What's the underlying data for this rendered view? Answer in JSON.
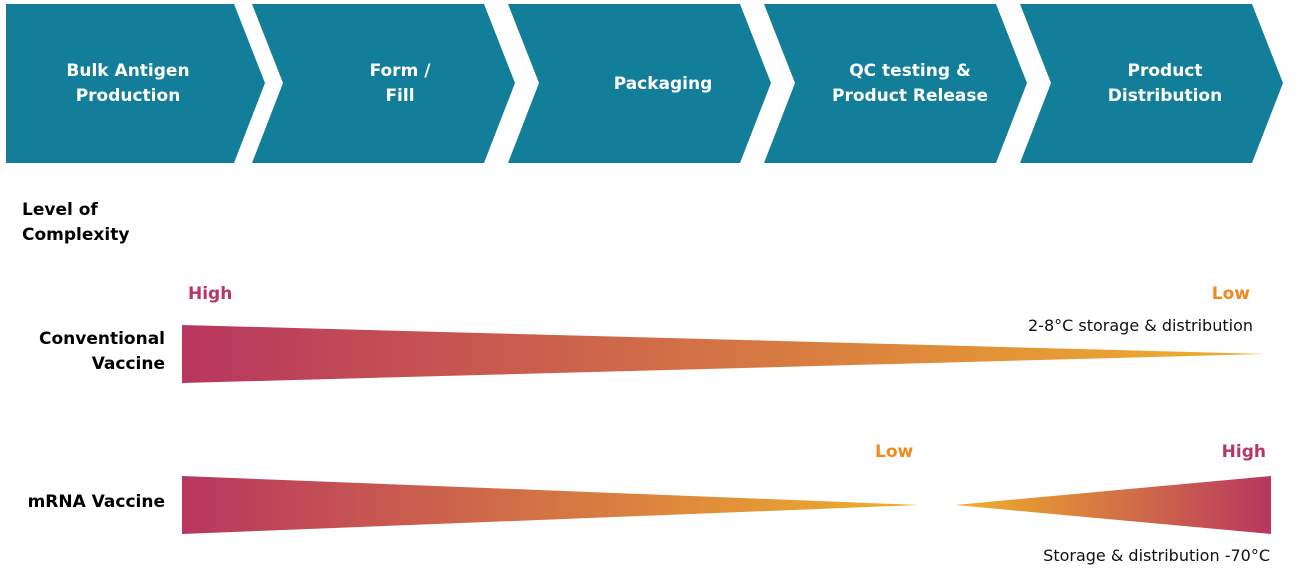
{
  "steps": [
    "Bulk Antigen\nProduction",
    "Form /\nFill",
    "Packaging",
    "QC testing &\nProduct Release",
    "Product\nDistribution"
  ],
  "complexity_label": "Level of Complexity",
  "rows": {
    "conventional": {
      "label": "Conventional Vaccine",
      "start": "High",
      "end": "Low",
      "note": "2-8°C storage & distribution"
    },
    "mrna": {
      "label": "mRNA Vaccine",
      "mid": "Low",
      "end": "High",
      "note": "Storage & distribution -70°C"
    }
  },
  "colors": {
    "teal": "#127E99",
    "high": "#B8365F",
    "low": "#F0B22A",
    "low_text": "#F08A1E"
  }
}
